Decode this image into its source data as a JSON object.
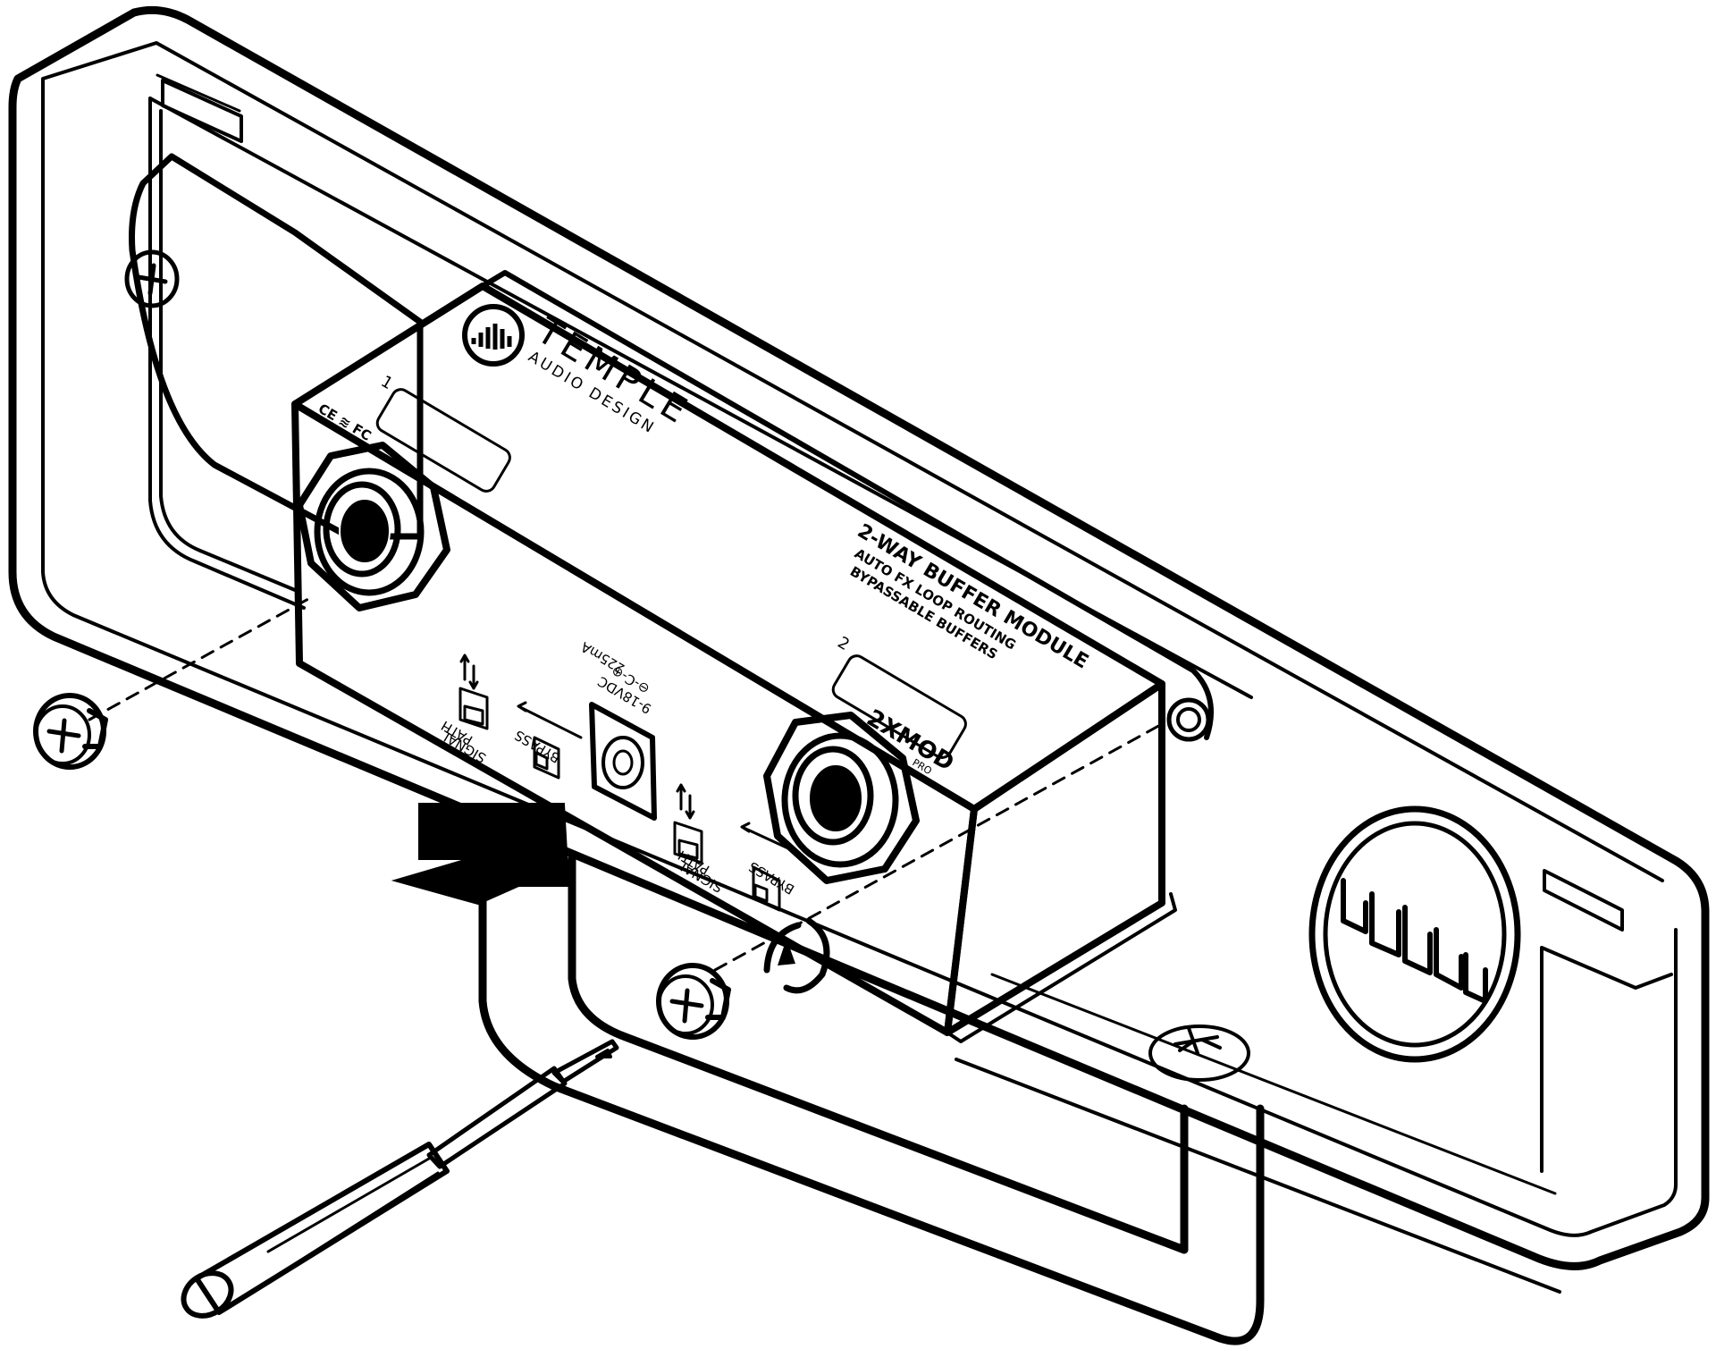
{
  "colors": {
    "ink": "#000000",
    "paper": "#ffffff",
    "handle": "#b9b9b9"
  },
  "module": {
    "brand": "TEMPLE",
    "brand_sub": "AUDIO DESIGN",
    "certs": "CE ≋ FC",
    "slot1_number": "1",
    "slot2_number": "2",
    "title": "2-WAY BUFFER MODULE",
    "feature1": "AUTO FX LOOP ROUTING",
    "feature2": "BYPASSABLE BUFFERS",
    "model": "2XMOD",
    "model_sub": "PRO",
    "power_polarity": "⊖-C-⊕",
    "power_voltage": "9-18VDC",
    "power_current": "225mA",
    "switch1_bypass": "BYPASS",
    "switch1_signal": "SIGNAL",
    "switch1_path": "PATH",
    "switch2_bypass": "BYPASS",
    "switch2_signal": "SIGNAL",
    "switch2_path": "PATH"
  },
  "icons": [
    "phillips-screw-icon",
    "rotate-clockwise-icon",
    "push-arrow-icon",
    "screwdriver-icon",
    "temple-logo-icon"
  ]
}
